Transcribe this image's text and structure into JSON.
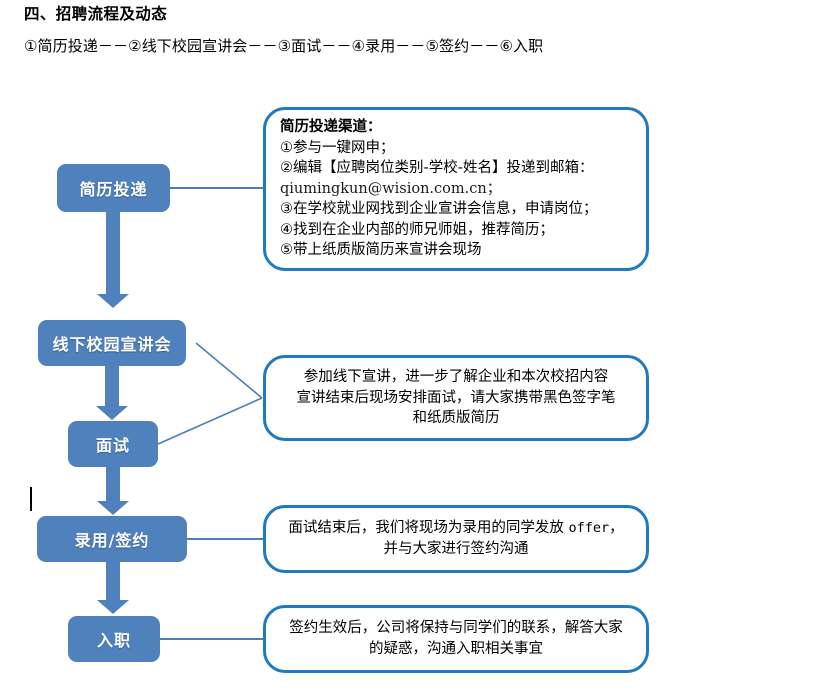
{
  "document": {
    "heading": "四、招聘流程及动态",
    "process_summary": "①简历投递－－②线下校园宣讲会－－③面试－－④录用－－⑤签约－－⑥入职"
  },
  "colors": {
    "box_fill": "#4F81BD",
    "connector": "#4A7EBB",
    "callout_border": "#1F7AC4",
    "box_text": "#FFFFFF",
    "body_text": "#000000",
    "page_background": "#FFFFFF"
  },
  "flowchart": {
    "nodes": [
      {
        "id": "resume",
        "label": "简历投递"
      },
      {
        "id": "campus-talk",
        "label": "线下校园宣讲会"
      },
      {
        "id": "interview",
        "label": "面试"
      },
      {
        "id": "offer-sign",
        "label": "录用/签约"
      },
      {
        "id": "onboard",
        "label": "入职"
      }
    ],
    "arrows": [
      {
        "from": "resume",
        "to": "campus-talk",
        "direction": "down"
      },
      {
        "from": "campus-talk",
        "to": "interview",
        "direction": "down"
      },
      {
        "from": "interview",
        "to": "offer-sign",
        "direction": "down"
      },
      {
        "from": "offer-sign",
        "to": "onboard",
        "direction": "down"
      }
    ]
  },
  "callouts": [
    {
      "id": "resume-channels",
      "attached_to": [
        "resume"
      ],
      "align": "left",
      "title": "简历投递渠道：",
      "lines": [
        "①参与一键网申；",
        "②编辑【应聘岗位类别-学校-姓名】投递到邮箱：",
        "qiumingkun@wision.com.cn；",
        "③在学校就业网找到企业宣讲会信息，申请岗位；",
        "④找到在企业内部的师兄师姐，推荐简历；",
        "⑤带上纸质版简历来宣讲会现场"
      ],
      "email": "qiumingkun@wision.com.cn；"
    },
    {
      "id": "campus-talk-detail",
      "attached_to": [
        "campus-talk",
        "interview"
      ],
      "align": "center",
      "title": "",
      "lines": [
        "参加线下宣讲，进一步了解企业和本次校招内容",
        "宣讲结束后现场安排面试，请大家携带黑色签字笔",
        "和纸质版简历"
      ]
    },
    {
      "id": "offer-detail",
      "attached_to": [
        "offer-sign"
      ],
      "align": "center",
      "title": "",
      "lines": [
        "面试结束后，我们将现场为录用的同学发放 offer，",
        "并与大家进行签约沟通"
      ],
      "mono_word": "offer"
    },
    {
      "id": "onboard-detail",
      "attached_to": [
        "onboard"
      ],
      "align": "center",
      "title": "",
      "lines": [
        "签约生效后，公司将保持与同学们的联系，解答大家",
        "的疑惑，沟通入职相关事宜"
      ]
    }
  ],
  "caret": {
    "visible": true,
    "label": "text-cursor"
  }
}
